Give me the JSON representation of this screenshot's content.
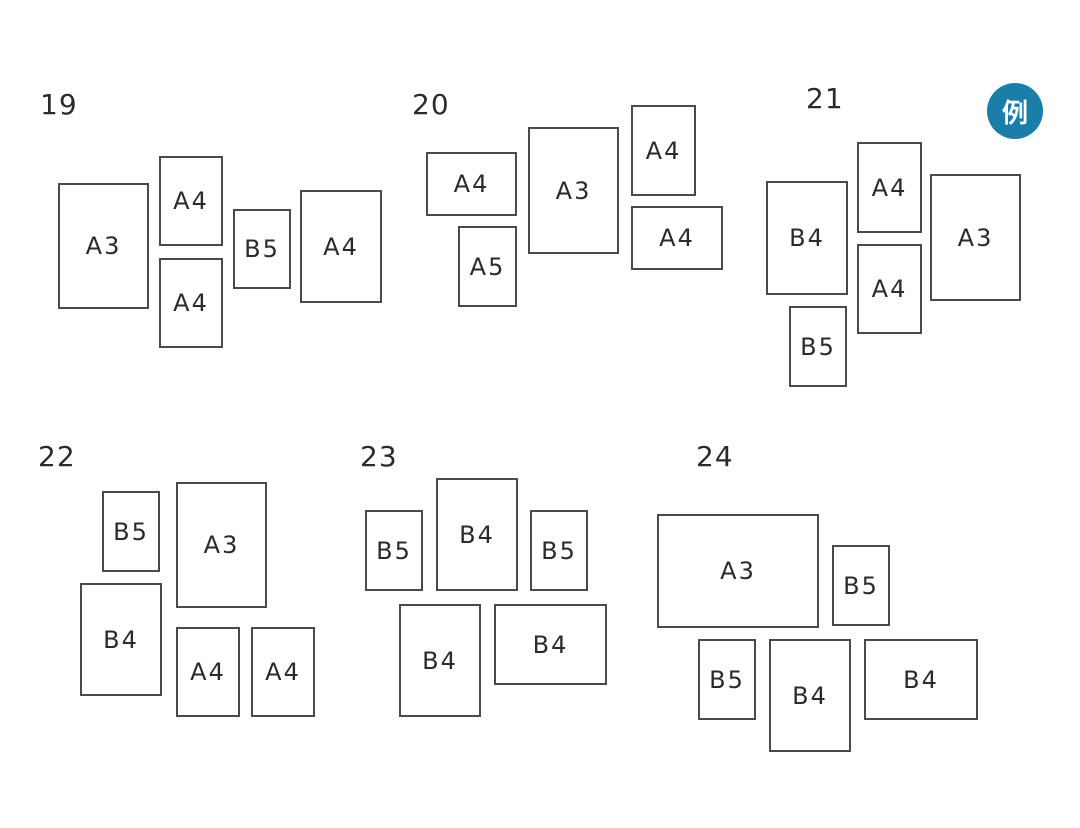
{
  "badge": {
    "text": "例",
    "color": "#1a7ea8",
    "text_color": "#ffffff"
  },
  "layouts": [
    {
      "number": "19",
      "frames": [
        "A3",
        "A4",
        "A4",
        "B5",
        "A4"
      ]
    },
    {
      "number": "20",
      "frames": [
        "A4",
        "A5",
        "A3",
        "A4",
        "A4"
      ]
    },
    {
      "number": "21",
      "frames": [
        "B4",
        "B5",
        "A4",
        "A4",
        "A3"
      ]
    },
    {
      "number": "22",
      "frames": [
        "B5",
        "B4",
        "A3",
        "A4",
        "A4"
      ]
    },
    {
      "number": "23",
      "frames": [
        "B5",
        "B4",
        "B5",
        "B4",
        "B4"
      ]
    },
    {
      "number": "24",
      "frames": [
        "A3",
        "B5",
        "B5",
        "B4",
        "B4"
      ]
    }
  ]
}
